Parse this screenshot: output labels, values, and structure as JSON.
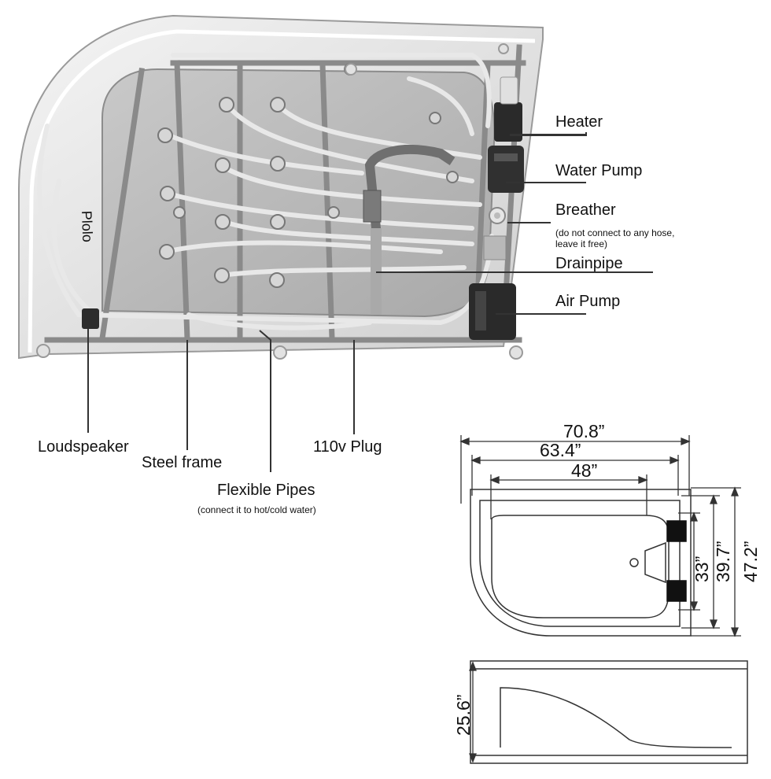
{
  "callouts": {
    "heater": "Heater",
    "water_pump": "Water Pump",
    "breather": "Breather",
    "breather_note_line1": "(do not connect to any hose,",
    "breather_note_line2": "leave it free)",
    "drainpipe": "Drainpipe",
    "air_pump": "Air Pump",
    "loudspeaker": "Loudspeaker",
    "steel_frame": "Steel frame",
    "flexible_pipes": "Flexible Pipes",
    "flexible_pipes_note": "(connect it to hot/cold water)",
    "plug": "110v Plug"
  },
  "dimensions": {
    "overall_length": "70.8”",
    "inner_length": "63.4”",
    "basin_length": "48”",
    "basin_width": "33”",
    "inner_width": "39.7”",
    "overall_width": "47.2”",
    "height": "25.6”"
  },
  "marking": "Plolo",
  "colors": {
    "tub_shell": "#dcdcdc",
    "frame": "#8a8a8a",
    "pipe": "#e6e6e6",
    "drain": "#7a7a7a",
    "pump": "#2a2a2a",
    "line": "#333333"
  }
}
